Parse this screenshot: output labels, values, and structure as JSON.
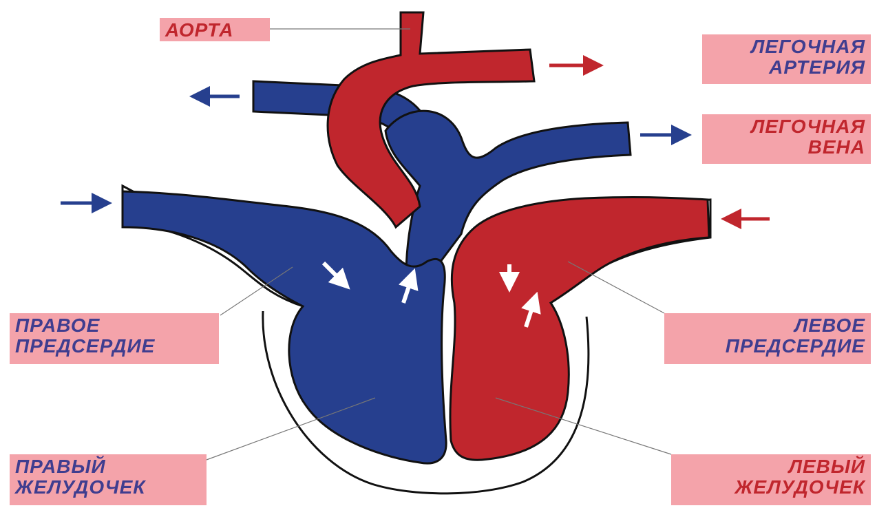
{
  "labels": {
    "aorta": "АОРТА",
    "pulmonary_artery": [
      "ЛЕГОЧНАЯ",
      "АРТЕРИЯ"
    ],
    "pulmonary_vein": [
      "ЛЕГОЧНАЯ",
      "ВЕНА"
    ],
    "right_atrium": [
      "ПРАВОЕ",
      "ПРЕДСЕРДИЕ"
    ],
    "left_atrium": [
      "ЛЕВОЕ",
      "ПРЕДСЕРДИЕ"
    ],
    "right_ventricle": [
      "ПРАВЫЙ",
      "ЖЕЛУДОЧЕК"
    ],
    "left_ventricle": [
      "ЛЕВЫЙ",
      "ЖЕЛУДОЧЕК"
    ]
  },
  "colors": {
    "oxygenated": "#c0262d",
    "deoxygenated": "#263f8e",
    "label_bg": "#f4a3aa"
  }
}
